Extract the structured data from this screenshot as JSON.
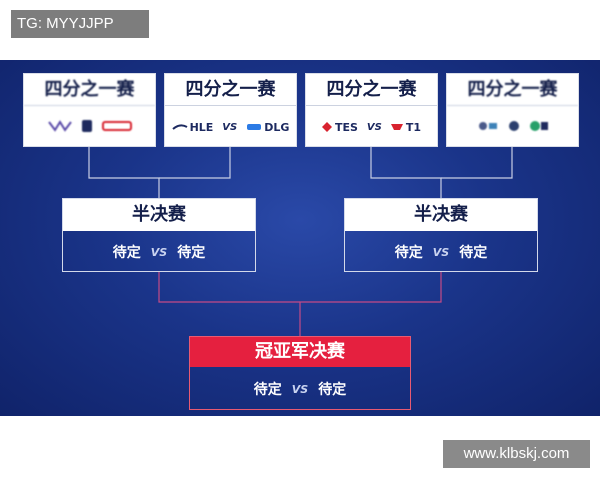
{
  "watermark_top": "TG: MYYJJPP",
  "watermark_bottom": "www.klbskj.com",
  "colors": {
    "panel": "#1a3489",
    "final_header": "#e5203f",
    "connector": "#c44a86"
  },
  "quarterfinals": [
    {
      "title": "四分之一赛",
      "team_a": "",
      "team_b": ""
    },
    {
      "title": "四分之一赛",
      "team_a": "HLE",
      "vs": "VS",
      "team_b": "DLG"
    },
    {
      "title": "四分之一赛",
      "team_a": "TES",
      "vs": "VS",
      "team_b": "T1"
    },
    {
      "title": "四分之一赛",
      "team_a": "",
      "team_b": ""
    }
  ],
  "semifinals": [
    {
      "title": "半决赛",
      "team_a": "待定",
      "vs": "VS",
      "team_b": "待定"
    },
    {
      "title": "半决赛",
      "team_a": "待定",
      "vs": "VS",
      "team_b": "待定"
    }
  ],
  "final": {
    "title": "冠亚军决赛",
    "team_a": "待定",
    "vs": "VS",
    "team_b": "待定"
  }
}
